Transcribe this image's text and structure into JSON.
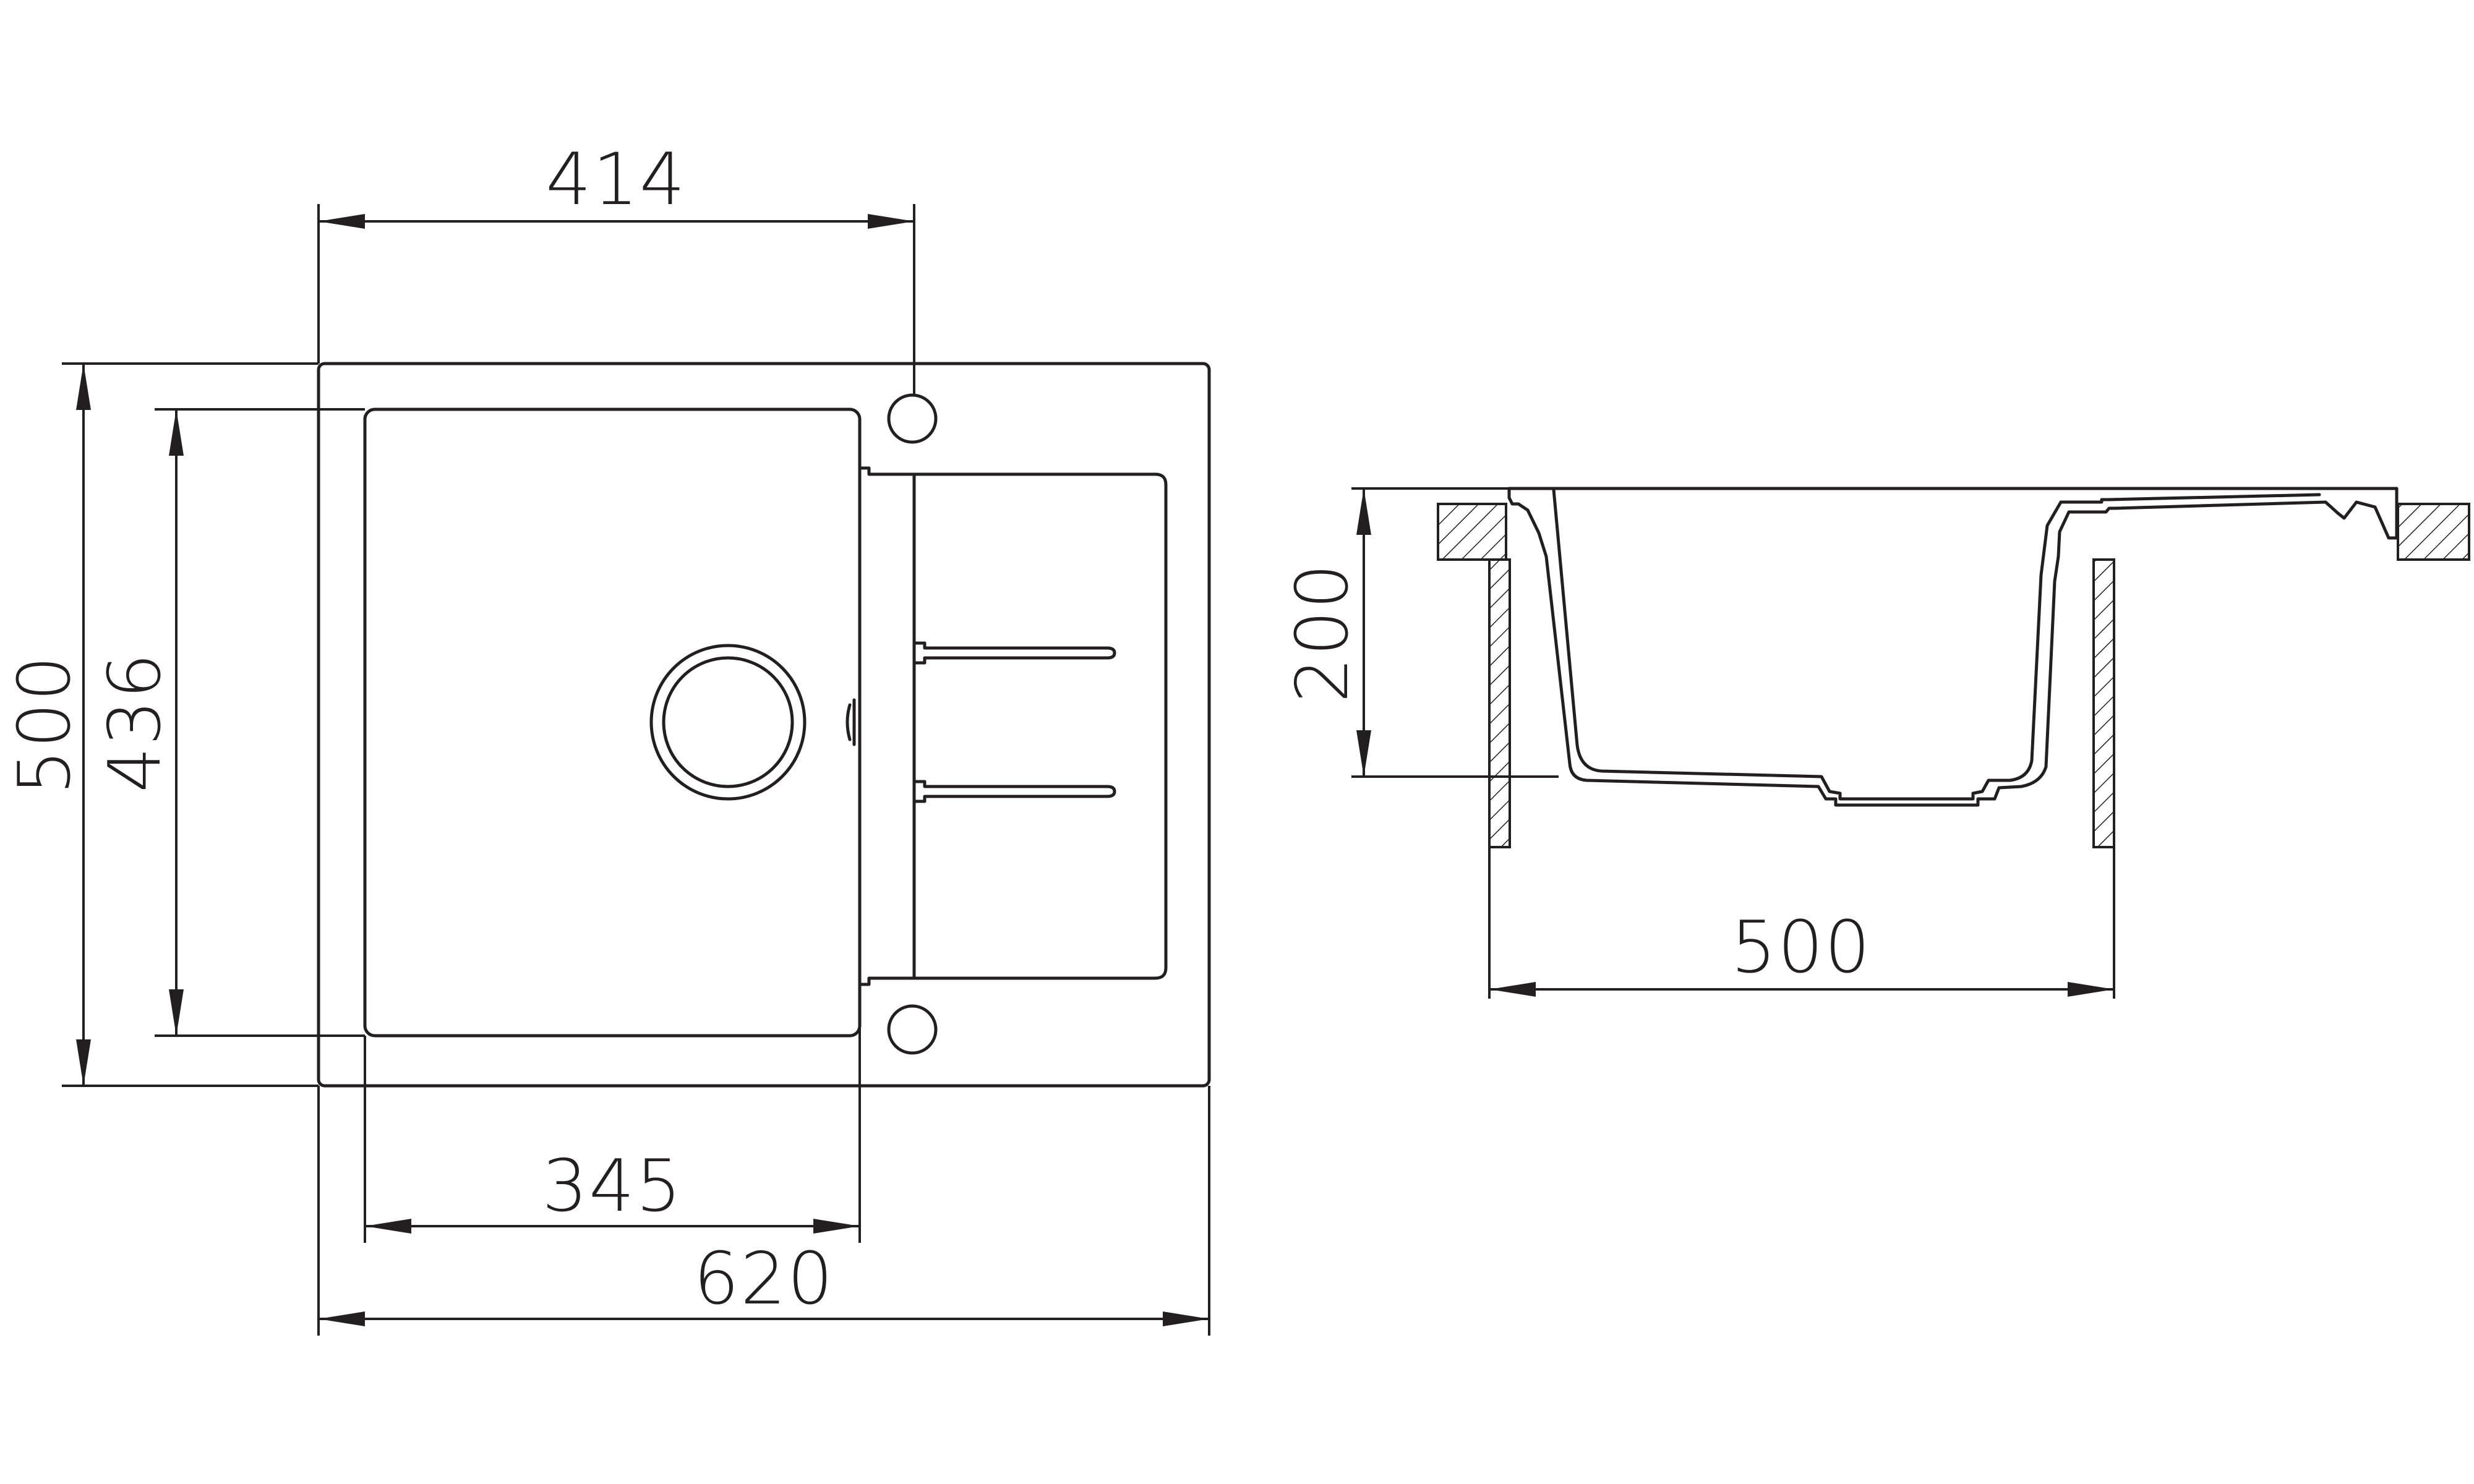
{
  "colors": {
    "line": "#231f20",
    "background": "#ffffff"
  },
  "dimensions": {
    "top_view": {
      "overall_width": "620",
      "overall_depth": "500",
      "bowl_depth": "436",
      "bowl_width": "345",
      "tap_to_edge": "414"
    },
    "section_view": {
      "bowl_height": "200",
      "cabinet_width": "500"
    }
  }
}
